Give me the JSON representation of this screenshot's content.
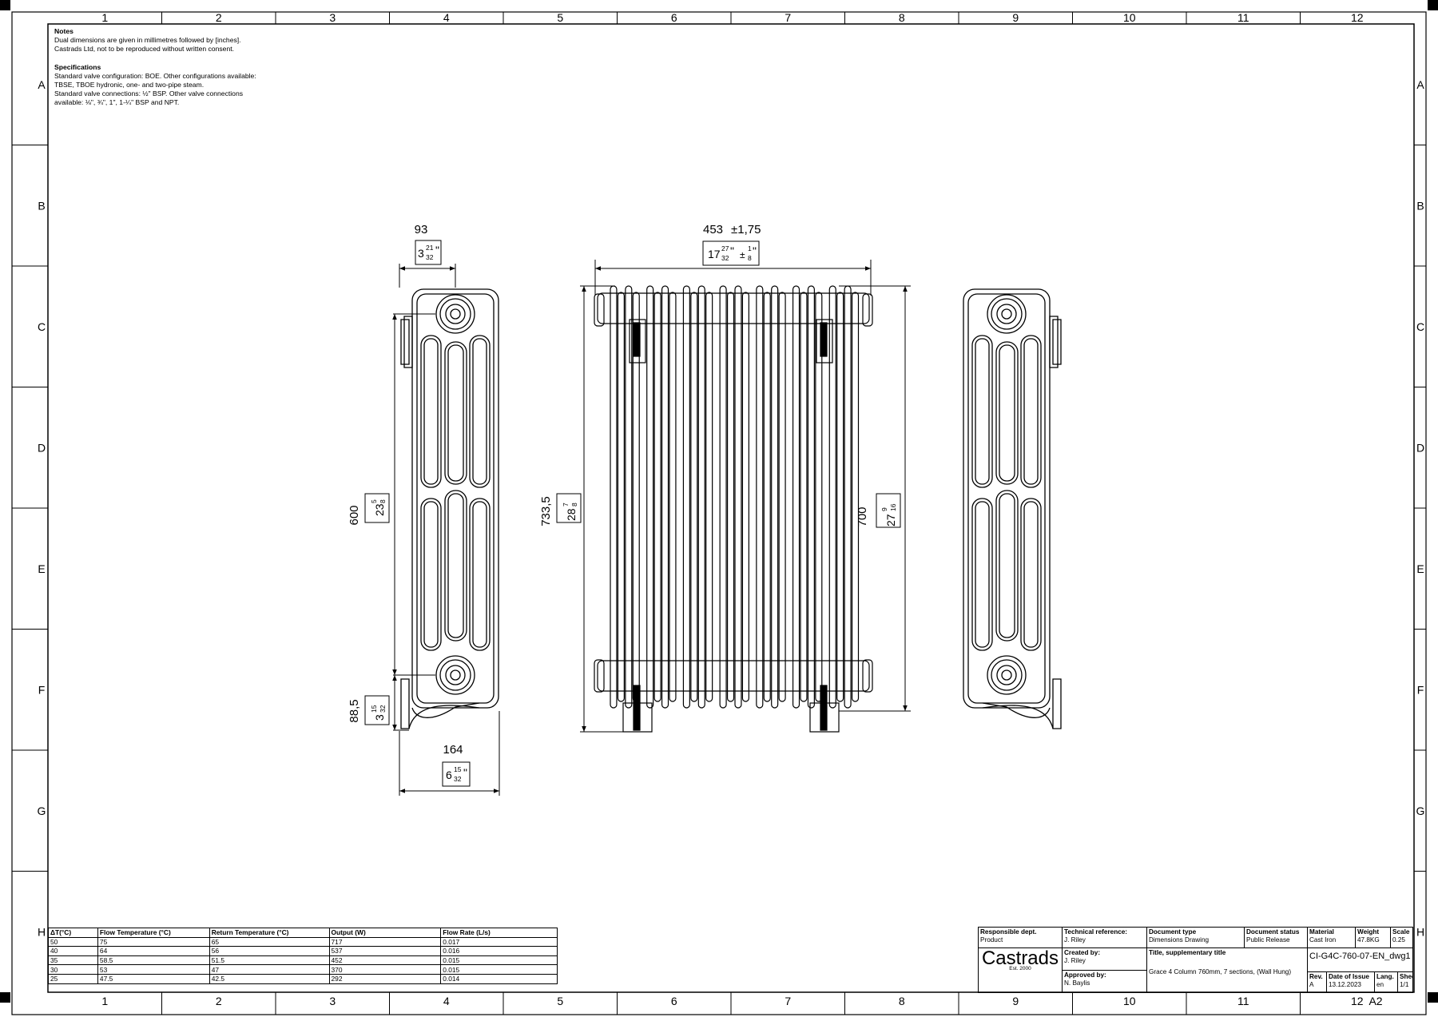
{
  "frame": {
    "columns": [
      "1",
      "2",
      "3",
      "4",
      "5",
      "6",
      "7",
      "8",
      "9",
      "10",
      "11",
      "12"
    ],
    "rows": [
      "A",
      "B",
      "C",
      "D",
      "E",
      "F",
      "G",
      "H"
    ]
  },
  "notes": {
    "title": "Notes",
    "lines": [
      "Dual dimensions are given in millimetres followed by [inches].",
      "Castrads Ltd, not to be reproduced without written consent."
    ],
    "spec_title": "Specifications",
    "spec_lines": [
      "Standard valve configuration: BOE. Other configurations available:",
      "TBSE, TBOE hydronic, one- and two-pipe steam.",
      "Standard valve connections: ½\" BSP. Other valve connections",
      "available: ⅛\", ¾\", 1\", 1-¼\" BSP and NPT."
    ]
  },
  "dimensions": {
    "top_depth_mm": "93",
    "top_depth_in_whole": "3",
    "top_depth_in_num": "21",
    "top_depth_in_den": "32",
    "width_mm": "453",
    "width_tol_mm": "±1,75",
    "width_in_whole": "17",
    "width_in_num": "27",
    "width_in_den": "32",
    "width_tol_in_sign": "±",
    "width_tol_in_num": "1",
    "width_tol_in_den": "8",
    "centres_mm": "600",
    "centres_in_whole": "23",
    "centres_in_num": "5",
    "centres_in_den": "8",
    "valve_height_mm": "88,5",
    "valve_height_in_whole": "3",
    "valve_height_in_num": "15",
    "valve_height_in_den": "32",
    "overall_height_mm": "733,5",
    "overall_height_in_whole": "28",
    "overall_height_in_num": "7",
    "overall_height_in_den": "8",
    "section_height_mm": "700",
    "section_height_in_whole": "27",
    "section_height_in_num": "9",
    "section_height_in_den": "16",
    "foot_depth_mm": "164",
    "foot_depth_in_whole": "6",
    "foot_depth_in_num": "15",
    "foot_depth_in_den": "32"
  },
  "performance_table": {
    "headers": [
      "ΔT(°C)",
      "Flow Temperature (°C)",
      "Return Temperature (°C)",
      "Output (W)",
      "Flow Rate (L/s)"
    ],
    "rows": [
      [
        "50",
        "75",
        "65",
        "717",
        "0.017"
      ],
      [
        "40",
        "64",
        "56",
        "537",
        "0.016"
      ],
      [
        "35",
        "58.5",
        "51.5",
        "452",
        "0.015"
      ],
      [
        "30",
        "53",
        "47",
        "370",
        "0.015"
      ],
      [
        "25",
        "47.5",
        "42.5",
        "292",
        "0.014"
      ]
    ]
  },
  "title_block": {
    "responsible_dept_label": "Responsible dept.",
    "responsible_dept": "Product",
    "tech_ref_label": "Technical reference:",
    "tech_ref": "J. Riley",
    "doc_type_label": "Document type",
    "doc_type": "Dimensions Drawing",
    "doc_status_label": "Document status",
    "doc_status": "Public Release",
    "material_label": "Material",
    "material": "Cast Iron",
    "weight_label": "Weight",
    "weight": "47.8KG",
    "scale_label": "Scale",
    "scale": "0.25",
    "brand": "Castrads",
    "brand_est": "Est. 2000",
    "created_by_label": "Created by:",
    "created_by": "J. Riley",
    "approved_by_label": "Approved by:",
    "approved_by": "N. Baylis",
    "title_label": "Title, supplementary title",
    "title": "Grace 4 Column 760mm, 7 sections, (Wall Hung)",
    "drawing_number": "CI-G4C-760-07-EN_dwg1",
    "rev_label": "Rev.",
    "rev": "A",
    "date_label": "Date of Issue",
    "date": "13.12.2023",
    "lang_label": "Lang.",
    "lang": "en",
    "sheet_label": "Sheet",
    "sheet": "1/1",
    "paper_size": "A2"
  }
}
